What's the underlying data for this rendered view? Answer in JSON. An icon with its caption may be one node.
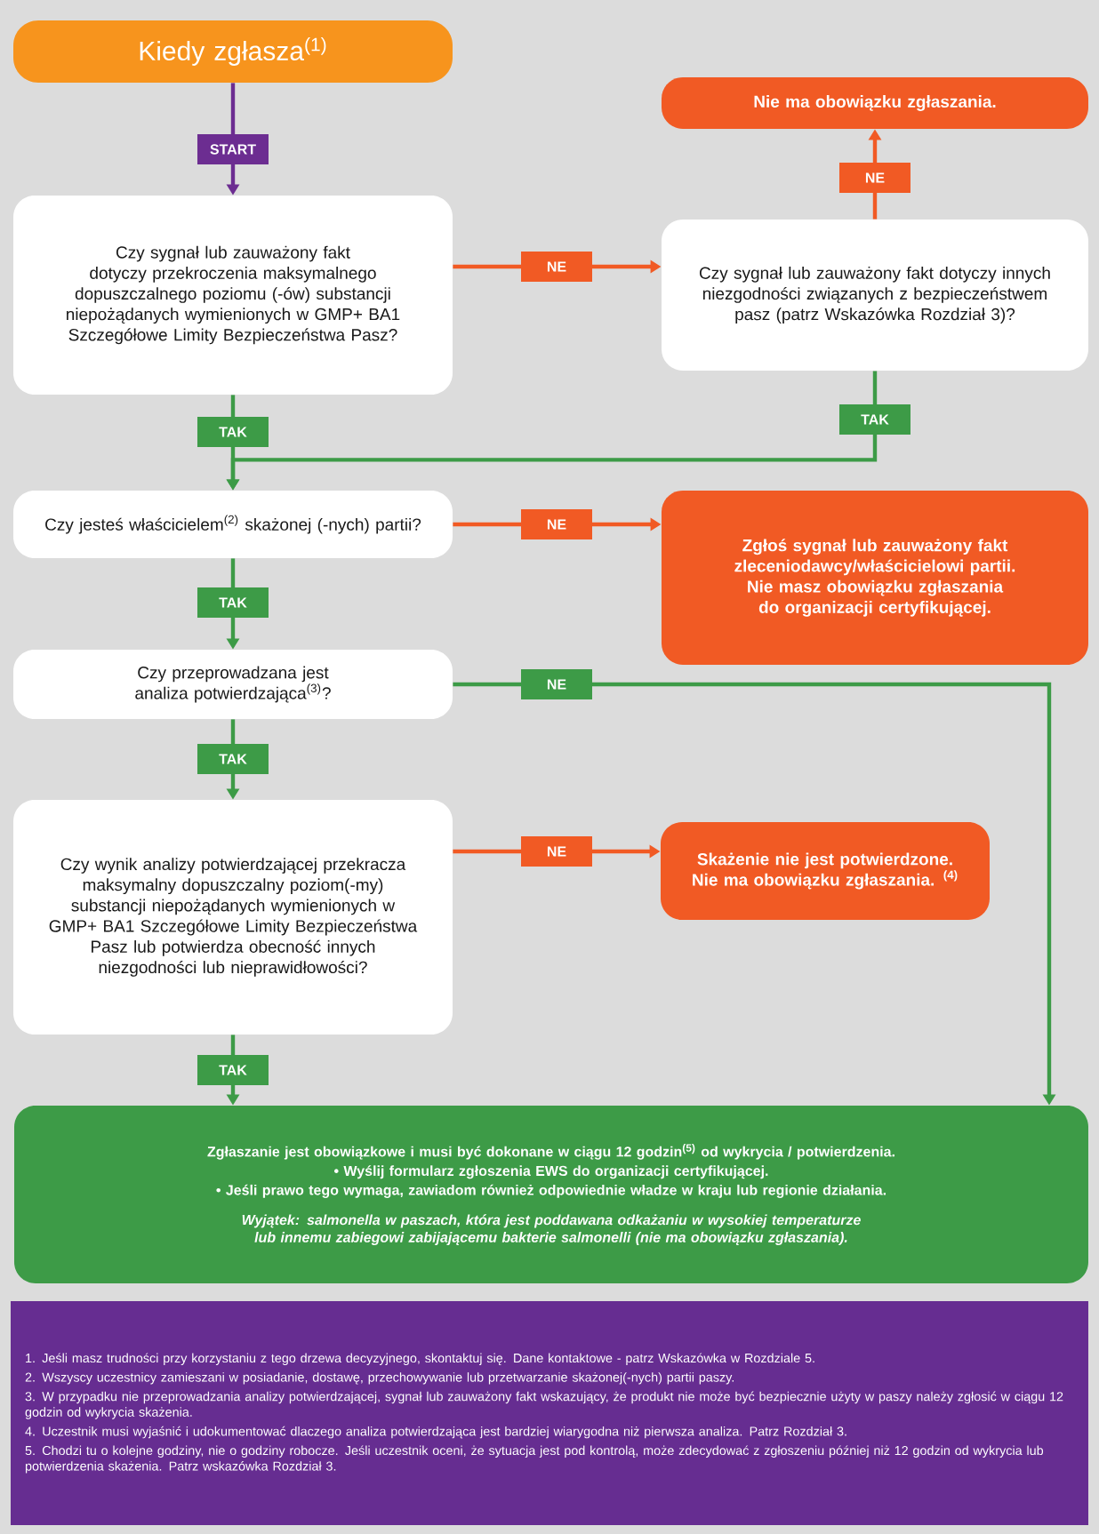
{
  "diagram": {
    "nodes": [
      {
        "text": [
          "Kiedy zgłasza$^{(1)}$"
        ]
      },
      {
        "text": [
          "Czy sygnał lub zauważony fakt dotyczy przekroczenia maksymalnego dopuszczalnego poziomu (-ów) substancji niepożądanych wymienionych w GMP+ BA1 Szczegółowe Limity Bezpieczeństwa Pasz?"
        ]
      },
      {
        "text": [
          "Nie ma obowiązku zgłaszania."
        ]
      },
      {
        "text": [
          "Czy sygnał lub zauważony fakt dotyczy innych niezgodności związanych z bezpieczeństwem pasz (patrz Wskazówka Rozdział 3)?"
        ]
      },
      {
        "text": [
          "Czy jesteś właścicielem$^{(2)}$ skażonej (-nych) partii?"
        ]
      },
      {
        "text": [
          "Zgłoś sygnał lub zauważony fakt zleceniodawcy/właścicielowi partii. Nie masz obowiązku zgłaszania do organizacji certyfikującej."
        ]
      },
      {
        "text": [
          "Czy przeprowadzana jest analiza potwierdzająca$^{(3)}$?"
        ]
      },
      {
        "text": [
          "Czy wynik analizy potwierdzającej przekracza maksymalny dopuszczalny poziom(-my) substancji niepożądanych wymienionych w GMP+ BA1 Szczegółowe Limity Bezpieczeństwa Pasz lub potwierdza obecność innych niezgodności lub nieprawidłowości?"
        ]
      },
      {
        "text": [
          "Skażenie nie jest potwierdzone. Nie ma obowiązku zgłaszania. $^{(4)}$"
        ]
      },
      {
        "text": [
          "Zgłaszanie jest obowiązkowe i musi być dokonane w ciągu 12 godzin$^{(5)}$ od wykrycia / potwierdzenia.",
          "• Wyślij formularz zgłoszenia EWS do organizacji certyfikującej.",
          "• Jeśli prawo tego wymaga, zawiadom również odpowiednie władze w kraju lub regionie działania.",
          "Wyjątek: salmonella w paszach, która jest poddawana odkażaniu w wysokiej temperaturze lub innemu zabiegowi zabijającemu bakterie salmonelli (nie ma obowiązku zgłaszania)."
        ]
      },
      {
        "text": [
          "1. Jeśli masz trudności przy korzystaniu z tego drzewa decyzyjnego, skontaktuj się. Dane kontaktowe - patrz Wskazówka w Rozdziale 5.",
          "2. Wszyscy uczestnicy zamieszani w posiadanie, dostawę, przechowywanie lub przetwarzanie skażonej(-nych) partii paszy.",
          "3. W przypadku nie przeprowadzania analizy potwierdzającej, sygnał lub zauważony fakt wskazujący, że produkt nie może być bezpiecznie użyty w paszy należy zgłosić w ciągu 12 godzin od wykrycia skażenia.",
          "4. Uczestnik musi wyjaśnić i udokumentować dlaczego analiza potwierdzająca jest bardziej wiarygodna niż pierwsza analiza. Patrz Rozdział 3.",
          "5. Chodzi tu o kolejne godziny, nie o godziny robocze. Jeśli uczestnik oceni, że sytuacja jest pod kontrolą, może zdecydować z zgłoszeniu później niż 12 godzin od wykrycia lub potwierdzenia skażenia. Patrz wskazówka Rozdział 3."
        ]
      }
    ],
    "edges": [
      {
        "from": 0,
        "to": 1,
        "arrow": "to",
        "label": "START",
        "color": "#6c2d91"
      },
      {
        "from": 1,
        "to": 3,
        "arrow": "to",
        "label": "NE",
        "color": "#f15a24"
      },
      {
        "from": 3,
        "to": 2,
        "arrow": "to",
        "label": "NE",
        "color": "#f15a24"
      },
      {
        "from": 1,
        "to": 4,
        "arrow": "to",
        "label": "TAK"
      },
      {
        "from": 3,
        "to": 4,
        "arrow": "to",
        "label": "TAK"
      },
      {
        "from": 4,
        "to": 5,
        "arrow": "to",
        "label": "NE",
        "color": "#f15a24"
      },
      {
        "from": 4,
        "to": 6,
        "arrow": "to",
        "label": "TAK"
      },
      {
        "from": 6,
        "to": 9,
        "arrow": "to",
        "label": "NE"
      },
      {
        "from": 6,
        "to": 7,
        "arrow": "to",
        "label": "TAK"
      },
      {
        "from": 7,
        "to": 8,
        "arrow": "to",
        "label": "NE",
        "color": "#f15a24"
      },
      {
        "from": 7,
        "to": 9,
        "arrow": "to",
        "label": "TAK"
      }
    ]
  }
}
